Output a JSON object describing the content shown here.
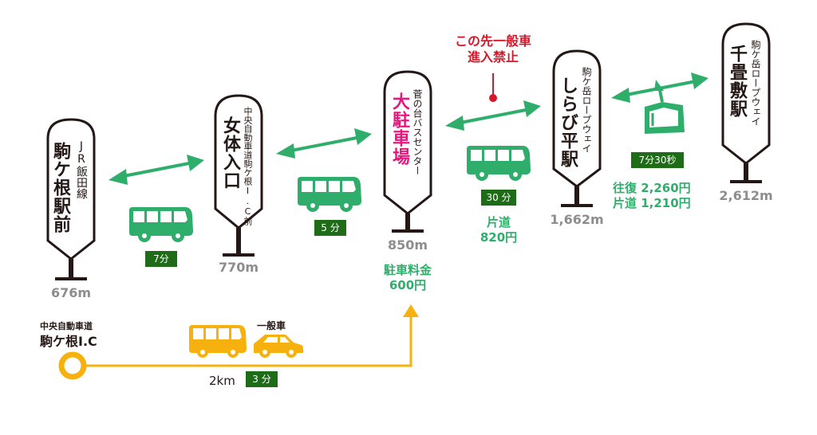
{
  "colors": {
    "sign_stroke": "#231815",
    "route_green": "#2fae6b",
    "badge_green": "#1e6b18",
    "road_yellow": "#f6b10e",
    "highlight_pink": "#e5177e",
    "warning_red": "#d7182a",
    "elevation_gray": "#8d8d8d"
  },
  "stops": [
    {
      "id": "komagane-station",
      "line": "JR飯田線",
      "name": "駒ケ根駅前",
      "elevation": "676m"
    },
    {
      "id": "nyotai-iriguchi",
      "line": "中央自動車道駒ケ根I.C前",
      "name": "女体入口",
      "elevation": "770m"
    },
    {
      "id": "big-parking",
      "line": "菅の台バスセンター",
      "name": "大駐車場",
      "elevation": "850m",
      "note_label": "駐車料金",
      "note_value": "600円"
    },
    {
      "id": "shirabidaira",
      "line": "駒ケ岳ロープウェイ",
      "name": "しらび平駅",
      "elevation": "1,662m"
    },
    {
      "id": "senjojiki",
      "line": "駒ケ岳ロープウェイ",
      "name": "千畳敷駅",
      "elevation": "2,612m"
    }
  ],
  "segments": [
    {
      "mode": "bus-icon",
      "time": "7分"
    },
    {
      "mode": "bus-icon",
      "time": "5 分"
    },
    {
      "mode": "bus-icon",
      "time": "30 分",
      "fare_label": "片道",
      "fare": "820円"
    },
    {
      "mode": "ropeway-icon",
      "time": "7分30秒",
      "fare_round": "往復 2,260円",
      "fare_oneway": "片道 1,210円"
    }
  ],
  "warning": {
    "line1": "この先一般車",
    "line2": "進入禁止"
  },
  "ic_route": {
    "ic_label_top": "中央自動車道",
    "ic_label_main": "駒ケ根I.C",
    "vehicle_label": "一般車",
    "distance": "2km",
    "time": "3 分"
  }
}
